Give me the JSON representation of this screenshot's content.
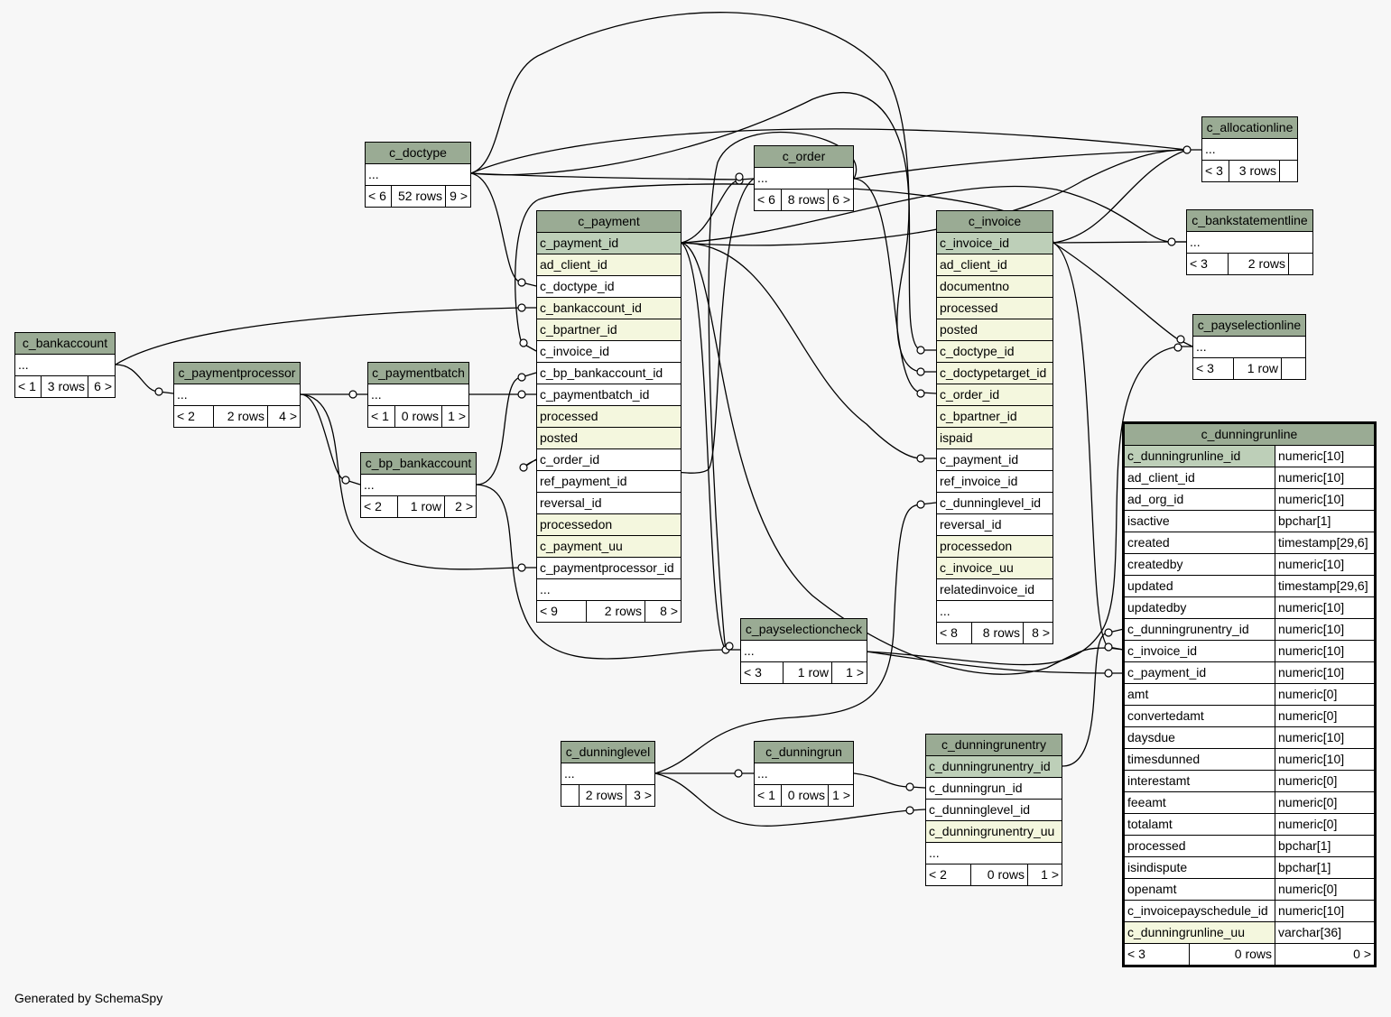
{
  "footer": "Generated by SchemaSpy",
  "tables": {
    "c_bankaccount": {
      "name": "c_bankaccount",
      "rows": [
        "..."
      ],
      "foot": [
        "< 1",
        "3 rows",
        "6 >"
      ]
    },
    "c_paymentprocessor": {
      "name": "c_paymentprocessor",
      "rows": [
        "..."
      ],
      "foot": [
        "< 2",
        "2 rows",
        "4 >"
      ]
    },
    "c_paymentbatch": {
      "name": "c_paymentbatch",
      "rows": [
        "..."
      ],
      "foot": [
        "< 1",
        "0 rows",
        "1 >"
      ]
    },
    "c_bp_bankaccount": {
      "name": "c_bp_bankaccount",
      "rows": [
        "..."
      ],
      "foot": [
        "< 2",
        "1 row",
        "2 >"
      ]
    },
    "c_doctype": {
      "name": "c_doctype",
      "rows": [
        "..."
      ],
      "foot": [
        "< 6",
        "52 rows",
        "9 >"
      ]
    },
    "c_order": {
      "name": "c_order",
      "rows": [
        "..."
      ],
      "foot": [
        "< 6",
        "8 rows",
        "6 >"
      ]
    },
    "c_allocationline": {
      "name": "c_allocationline",
      "rows": [
        "..."
      ],
      "foot": [
        "< 3",
        "3 rows",
        ""
      ]
    },
    "c_bankstatementline": {
      "name": "c_bankstatementline",
      "rows": [
        "..."
      ],
      "foot": [
        "< 3",
        "2 rows",
        ""
      ]
    },
    "c_payselectionline": {
      "name": "c_payselectionline",
      "rows": [
        "..."
      ],
      "foot": [
        "< 3",
        "1 row",
        ""
      ]
    },
    "c_payselectioncheck": {
      "name": "c_payselectioncheck",
      "rows": [
        "..."
      ],
      "foot": [
        "< 3",
        "1 row",
        "1 >"
      ]
    },
    "c_dunninglevel": {
      "name": "c_dunninglevel",
      "rows": [
        "..."
      ],
      "foot": [
        "",
        "2 rows",
        "3 >"
      ]
    },
    "c_dunningrun": {
      "name": "c_dunningrun",
      "rows": [
        "..."
      ],
      "foot": [
        "< 1",
        "0 rows",
        "1 >"
      ]
    },
    "c_dunningrunentry": {
      "name": "c_dunningrunentry",
      "rows": [
        "c_dunningrunentry_id",
        "c_dunningrun_id",
        "c_dunninglevel_id",
        "c_dunningrunentry_uu",
        "..."
      ],
      "foot": [
        "< 2",
        "0 rows",
        "1 >"
      ]
    },
    "c_payment": {
      "name": "c_payment",
      "rows": [
        "c_payment_id",
        "ad_client_id",
        "c_doctype_id",
        "c_bankaccount_id",
        "c_bpartner_id",
        "c_invoice_id",
        "c_bp_bankaccount_id",
        "c_paymentbatch_id",
        "processed",
        "posted",
        "c_order_id",
        "ref_payment_id",
        "reversal_id",
        "processedon",
        "c_payment_uu",
        "c_paymentprocessor_id",
        "..."
      ],
      "foot": [
        "< 9",
        "2 rows",
        "8 >"
      ]
    },
    "c_invoice": {
      "name": "c_invoice",
      "rows": [
        "c_invoice_id",
        "ad_client_id",
        "documentno",
        "processed",
        "posted",
        "c_doctype_id",
        "c_doctypetarget_id",
        "c_order_id",
        "c_bpartner_id",
        "ispaid",
        "c_payment_id",
        "ref_invoice_id",
        "c_dunninglevel_id",
        "reversal_id",
        "processedon",
        "c_invoice_uu",
        "relatedinvoice_id",
        "..."
      ],
      "foot": [
        "< 8",
        "8 rows",
        "8 >"
      ]
    },
    "c_dunningrunline": {
      "name": "c_dunningrunline",
      "columns": [
        [
          "c_dunningrunline_id",
          "numeric[10]"
        ],
        [
          "ad_client_id",
          "numeric[10]"
        ],
        [
          "ad_org_id",
          "numeric[10]"
        ],
        [
          "isactive",
          "bpchar[1]"
        ],
        [
          "created",
          "timestamp[29,6]"
        ],
        [
          "createdby",
          "numeric[10]"
        ],
        [
          "updated",
          "timestamp[29,6]"
        ],
        [
          "updatedby",
          "numeric[10]"
        ],
        [
          "c_dunningrunentry_id",
          "numeric[10]"
        ],
        [
          "c_invoice_id",
          "numeric[10]"
        ],
        [
          "c_payment_id",
          "numeric[10]"
        ],
        [
          "amt",
          "numeric[0]"
        ],
        [
          "convertedamt",
          "numeric[0]"
        ],
        [
          "daysdue",
          "numeric[10]"
        ],
        [
          "timesdunned",
          "numeric[10]"
        ],
        [
          "interestamt",
          "numeric[0]"
        ],
        [
          "feeamt",
          "numeric[0]"
        ],
        [
          "totalamt",
          "numeric[0]"
        ],
        [
          "processed",
          "bpchar[1]"
        ],
        [
          "isindispute",
          "bpchar[1]"
        ],
        [
          "openamt",
          "numeric[0]"
        ],
        [
          "c_invoicepayschedule_id",
          "numeric[10]"
        ],
        [
          "c_dunningrunline_uu",
          "varchar[36]"
        ]
      ],
      "foot": [
        "< 3",
        "0 rows",
        "0 >"
      ]
    }
  }
}
